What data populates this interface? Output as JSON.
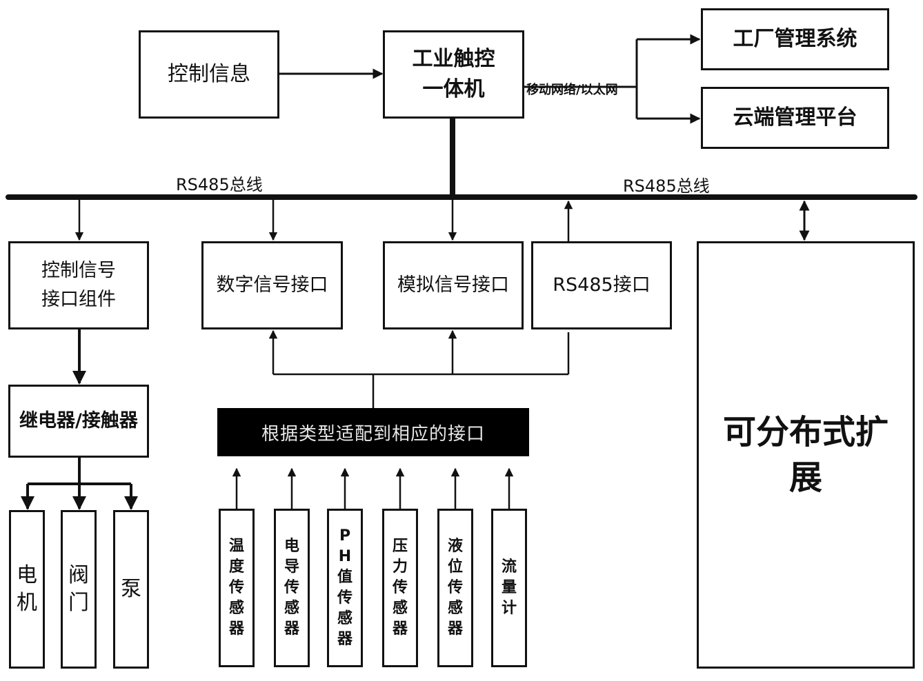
{
  "top": {
    "control_info": "控制信息",
    "touch_panel": "工业触控一体机",
    "network_label": "移动网络/以太网",
    "factory_system": "工厂管理系统",
    "cloud_platform": "云端管理平台"
  },
  "bus": {
    "left_label": "RS485总线",
    "right_label": "RS485总线"
  },
  "interfaces": {
    "control_signal": "控制信号接口组件",
    "digital": "数字信号接口",
    "analog": "模拟信号接口",
    "rs485": "RS485接口"
  },
  "relay": "继电器/接触器",
  "actuators": [
    "电机",
    "阀门",
    "泵"
  ],
  "adapter": "根据类型适配到相应的接口",
  "sensors": [
    "温度传感器",
    "电导传感器",
    "PH值传感器",
    "压力传感器",
    "液位传感器",
    "流量计"
  ],
  "expansion": "可分布式扩展"
}
